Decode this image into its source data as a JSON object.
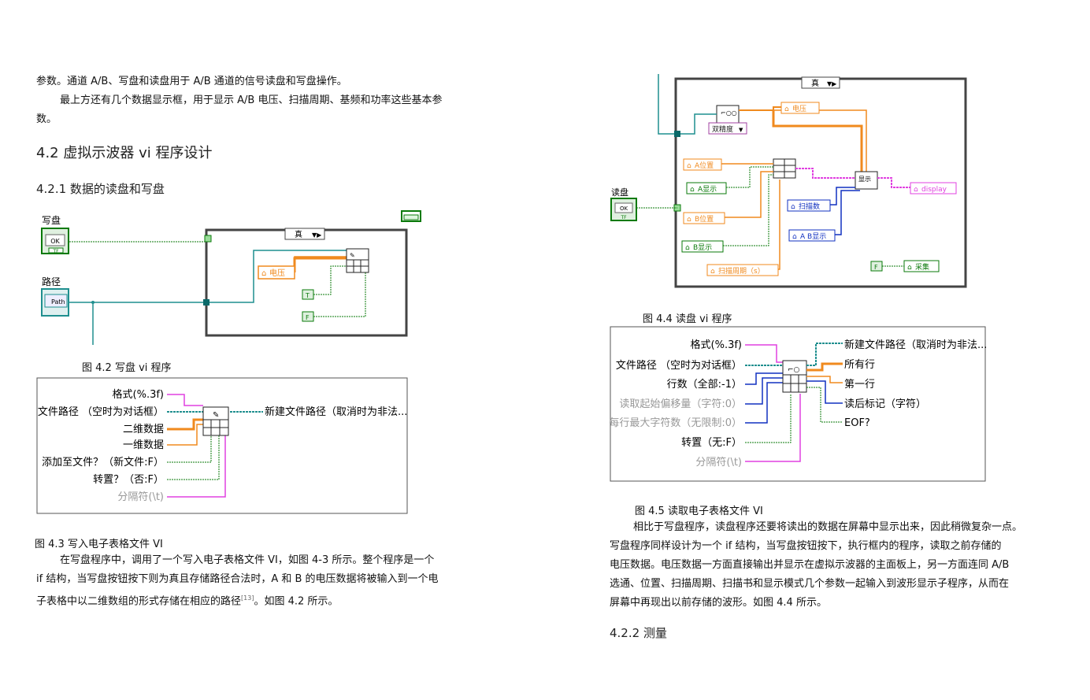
{
  "left": {
    "p1": "参数。通道 A/B、写盘和读盘用于 A/B 通道的信号读盘和写盘操作。",
    "p2a": "最上方还有几个数据显示框，用于显示 A/B 电压、扫描周期、基频和功率这些基本参",
    "p2b": "数。",
    "h2": "4.2 虚拟示波器 vi 程序设计",
    "h3": "4.2.1 数据的读盘和写盘",
    "fig42": {
      "caption": "图 4.2 写盘 vi 程序",
      "write_label": "写盘",
      "ok": "OK",
      "tf": "TF",
      "path_label": "路径",
      "path_text": "Path",
      "case_label": "真",
      "voltage": "电压",
      "t": "T",
      "f": "F"
    },
    "fig43": {
      "caption": "图 4.3 写入电子表格文件  VI",
      "inputs": [
        "格式(%.3f)",
        "文件路径 （空时为对话框）",
        "二维数据",
        "一维数据",
        "添加至文件？（新文件:F）",
        "转置？（否:F）",
        "分隔符(\\t)"
      ],
      "output": "新建文件路径（取消时为非法..."
    },
    "p3a": "在写盘程序中，调用了一个写入电子表格文件 VI，如图 4-3 所示。整个程序是一个",
    "p3b": "if 结构，当写盘按钮按下则为真且存储路径合法时，A 和 B 的电压数据将被输入到一个电",
    "p3c": "子表格中以二维数组的形式存储在相应的路径",
    "p3ref": "[13]",
    "p3d": "。如图 4.2 所示。"
  },
  "right": {
    "fig44": {
      "caption": "图 4.4 读盘 vi 程序",
      "case_label": "真",
      "voltage": "电压",
      "double": "双精度",
      "a_pos": "A位置",
      "a_show": "A显示",
      "b_pos": "B位置",
      "b_show": "B显示",
      "scan_period": "扫描周期（s）",
      "display_sub": "显示",
      "display": "display",
      "scan_count": "扫描数",
      "ab_show": "A B显示",
      "f": "F",
      "collect": "采集",
      "read_label": "读盘",
      "ok": "OK",
      "tf": "TF"
    },
    "fig45": {
      "caption": "图 4.5 读取电子表格文件  VI",
      "inputs": [
        "格式(%.3f)",
        "文件路径 （空时为对话框）",
        "行数（全部:-1）",
        "读取起始偏移量（字符:0）",
        "每行最大字符数（无限制:0）",
        "转置（无:F）",
        "分隔符(\\t)"
      ],
      "outputs": [
        "新建文件路径（取消时为非法...",
        "所有行",
        "第一行",
        "读后标记（字符）",
        "EOF?"
      ]
    },
    "p1": "相比于写盘程序，读盘程序还要将读出的数据在屏幕中显示出来，因此稍微复杂一点。",
    "p2": "写盘程序同样设计为一个 if 结构，当写盘按钮按下，执行框内的程序，读取之前存储的",
    "p3": "电压数据。电压数据一方面直接输出并显示在虚拟示波器的主面板上，另一方面连同 A/B",
    "p4": "选通、位置、扫描周期、扫描书和显示模式几个参数一起输入到波形显示子程序，从而在",
    "p5": "屏幕中再现出以前存储的波形。如图 4.4 所示。",
    "h3": "4.2.2 测量"
  },
  "colors": {
    "green": "#0a7a0a",
    "orange": "#f08a1e",
    "pink": "#e040e0",
    "teal": "#1f8f8f",
    "blue": "#1030c0"
  }
}
